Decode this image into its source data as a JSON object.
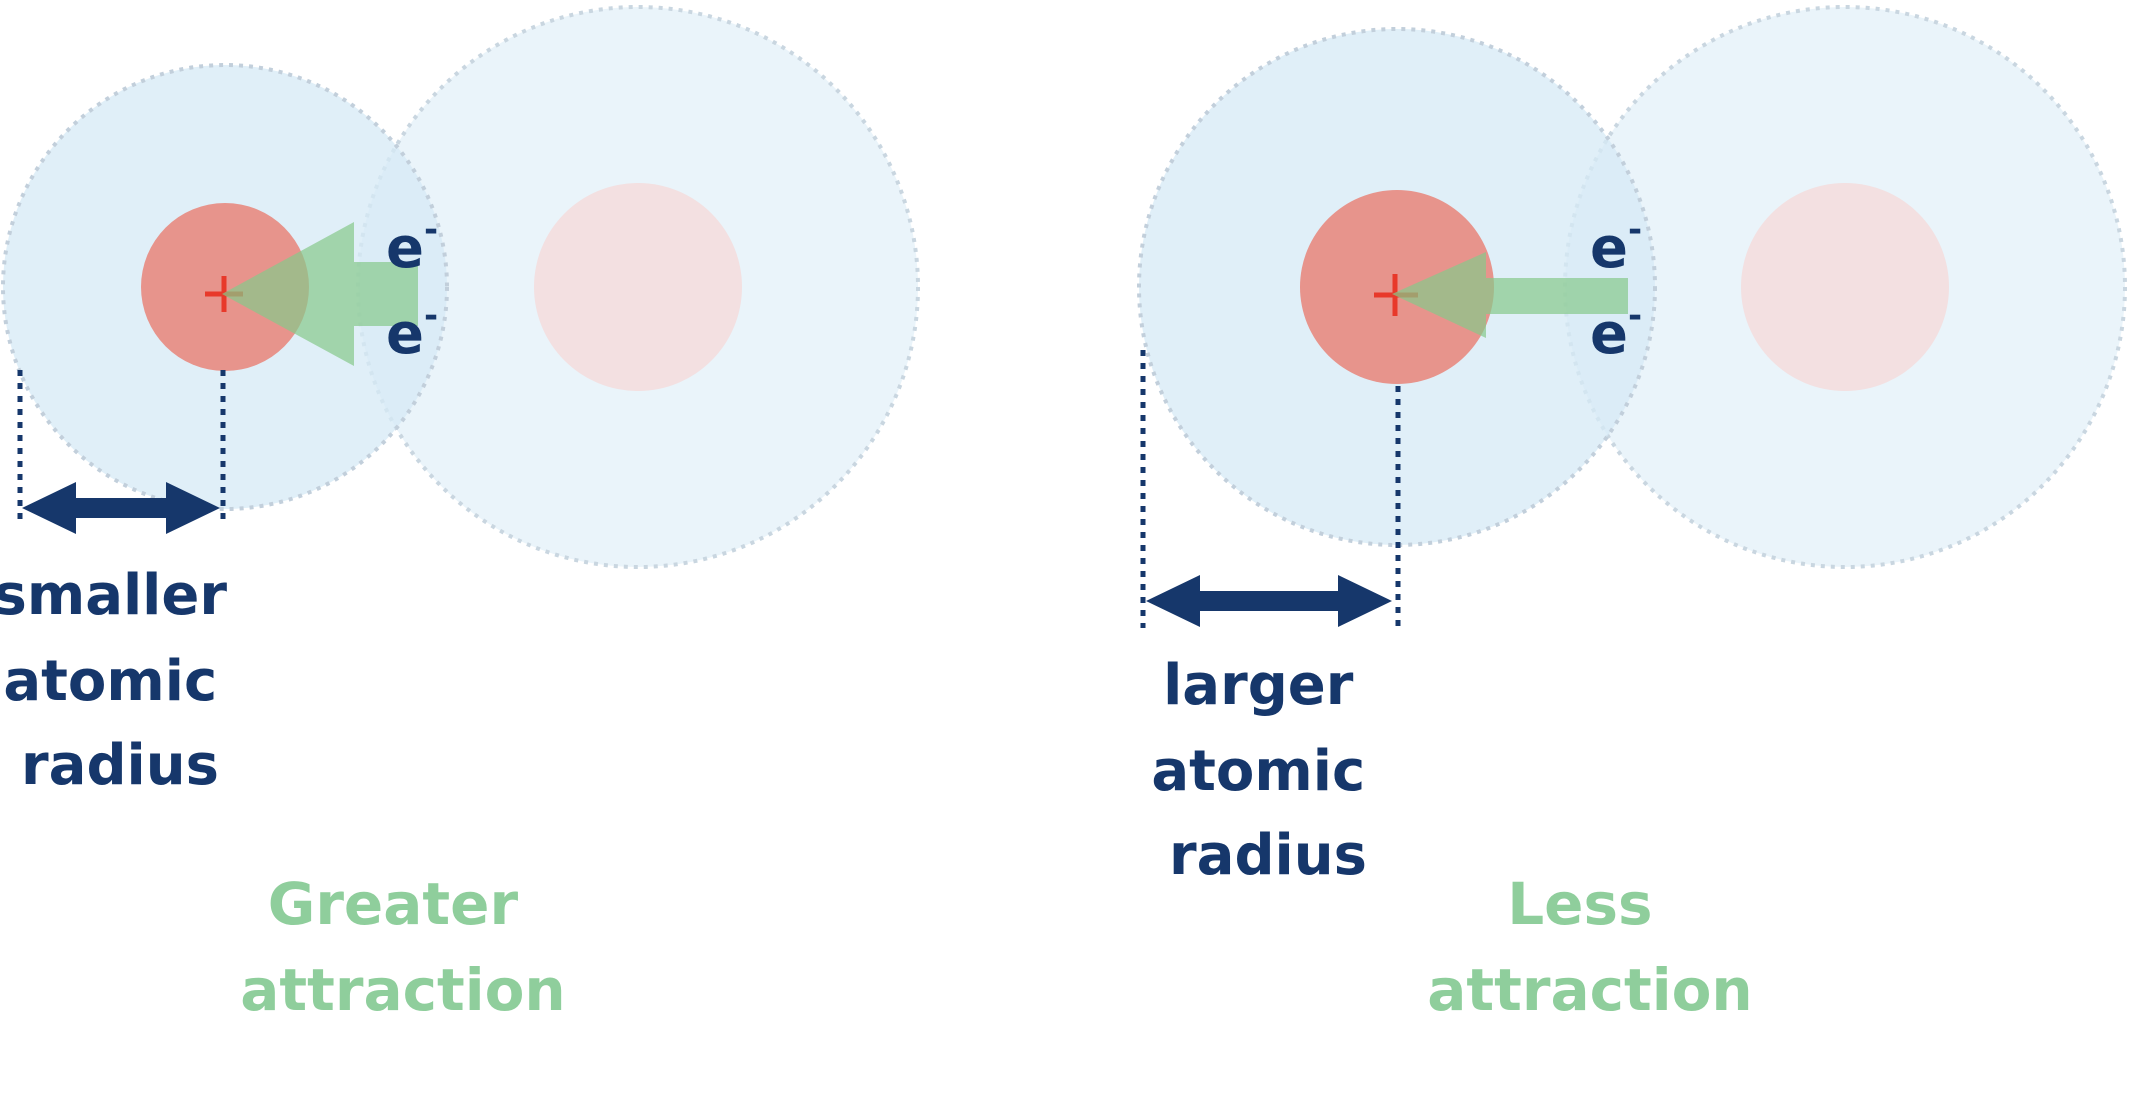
{
  "colors": {
    "navy": "#16376b",
    "green": "#8fce9c",
    "shell": "#d6eaf6",
    "shell_faint": "#e6f2f9",
    "nucleus": "#e88a80",
    "nucleus_faint": "#f4dcdc",
    "plus": "#e8392a"
  },
  "left_panel": {
    "electron_top": "e",
    "electron_bottom": "e",
    "electron_charge": "-",
    "nucleus_charge": "+",
    "radius_label": [
      "smaller",
      "atomic",
      "radius"
    ],
    "attraction_label": [
      "Greater",
      "attraction"
    ]
  },
  "right_panel": {
    "electron_top": "e",
    "electron_bottom": "e",
    "electron_charge": "-",
    "nucleus_charge": "+",
    "radius_label": [
      "larger",
      "atomic",
      "radius"
    ],
    "attraction_label": [
      "Less",
      "attraction"
    ]
  }
}
